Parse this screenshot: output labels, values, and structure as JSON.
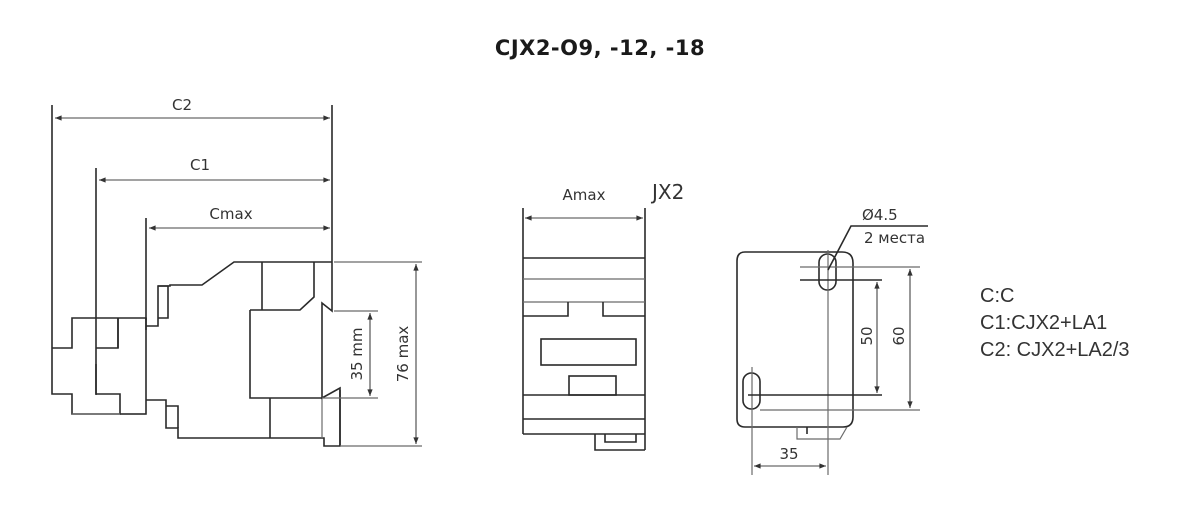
{
  "title": "CJX2-O9, -12, -18",
  "side_view": {
    "dim_c2": "C2",
    "dim_c1": "C1",
    "dim_cmax": "Cmax",
    "dim_rail": "35 mm",
    "dim_height": "76 max"
  },
  "front_view": {
    "dim_amax": "Amax",
    "label": "JX2"
  },
  "mount_view": {
    "hole_diameter": "Ø4.5",
    "hole_count": "2 места",
    "dim_50": "50",
    "dim_60": "60",
    "dim_35": "35"
  },
  "legend": {
    "items": [
      "C:C",
      "C1:CJX2+LA1",
      "C2: CJX2+LA2/3"
    ]
  }
}
